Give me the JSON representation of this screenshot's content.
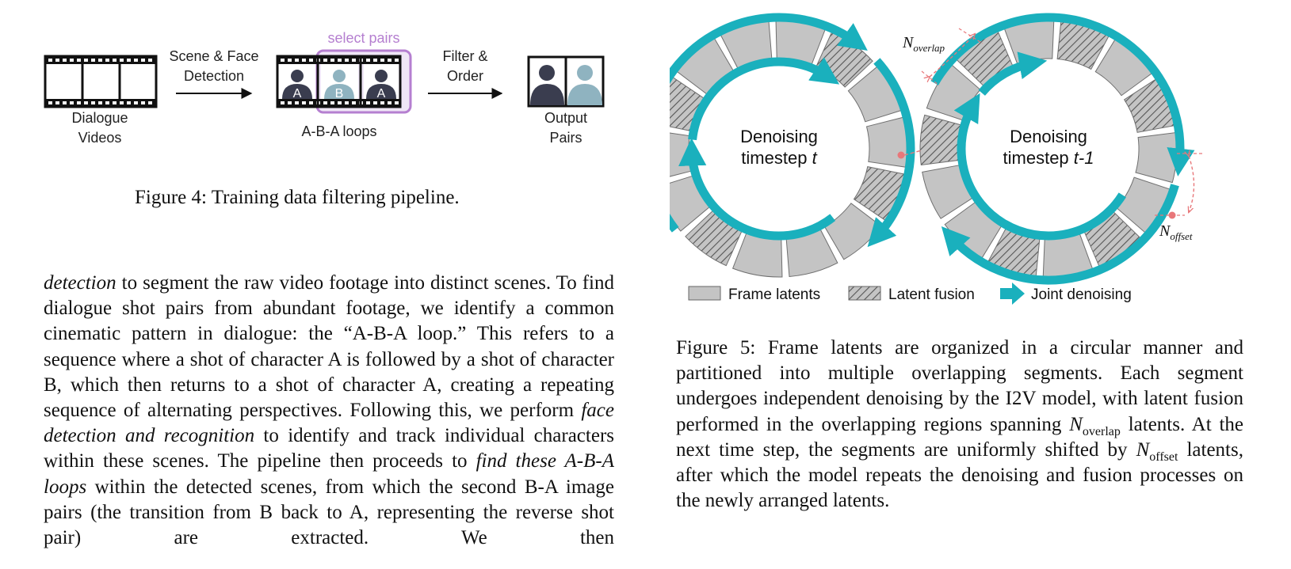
{
  "figure4": {
    "caption": "Figure 4: Training data filtering pipeline.",
    "label_scene_face_1": "Scene & Face",
    "label_scene_face_2": "Detection",
    "label_filter_1": "Filter &",
    "label_filter_2": "Order",
    "label_select_pairs": "select pairs",
    "label_dialogue_1": "Dialogue",
    "label_dialogue_2": "Videos",
    "label_aba": "A-B-A loops",
    "label_output_1": "Output",
    "label_output_2": "Pairs",
    "frame_letters": [
      "A",
      "B",
      "A"
    ],
    "colors": {
      "film": "#111111",
      "person_dark": "#3a3d4f",
      "person_light": "#8fb3c0",
      "select_box": "#b57fd0",
      "select_fill": "#efe6f6"
    }
  },
  "figure5": {
    "ring_left_label_1": "Denoising",
    "ring_left_label_2": "timestep ",
    "ring_left_label_var": "t",
    "ring_right_label_1": "Denoising",
    "ring_right_label_2": "timestep ",
    "ring_right_label_var": "t-1",
    "n_overlap_main": "N",
    "n_overlap_sub": "overlap",
    "n_offset_main": "N",
    "n_offset_sub": "offset",
    "legend": {
      "frame_latents": "Frame latents",
      "latent_fusion": "Latent fusion",
      "joint_denoising": "Joint denoising"
    },
    "colors": {
      "segment": "#c4c4c4",
      "arrow": "#1ab0bd",
      "annot": "#e8777a"
    },
    "caption_parts": {
      "p1": "Figure 5: Frame latents are organized in a circular manner and partitioned into multiple overlapping segments. Each segment undergoes independent denoising by the I2V model, with latent fusion performed in the overlapping regions spanning ",
      "n1": "N",
      "n1_sub": "overlap",
      "p2": " latents. At the next time step, the segments are uniformly shifted by ",
      "n2": "N",
      "n2_sub": "offset",
      "p3": " latents, after which the model repeats the denoising and fusion processes on the newly arranged latents."
    }
  },
  "body_text": {
    "s1_ital": "detection",
    "s1": " to segment the raw video footage into distinct scenes. To find dialogue shot pairs from abundant footage, we identify a common cinematic pattern in dialogue: the “A-B-A loop.” This refers to a sequence where a shot of character A is followed by a shot of character B, which then returns to a shot of character A, creating a repeating sequence of alternating perspectives. Following this, we perform ",
    "s2_ital": "face detection and recognition",
    "s2": " to identify and track individual characters within these scenes. The pipeline then proceeds to ",
    "s3_ital": "find these A-B-A loops",
    "s3": " within the detected scenes, from which the second B-A image pairs (the transition from B back to A, representing the reverse shot pair) are extracted. We then"
  }
}
